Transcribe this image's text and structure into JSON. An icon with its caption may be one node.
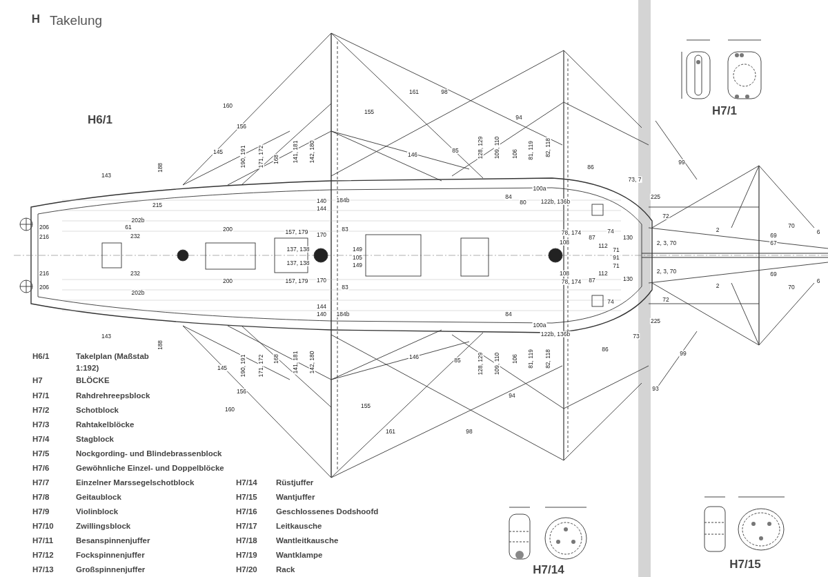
{
  "diagram": {
    "title": "Takelung",
    "nodes": [
      {
        "text": [
          "H7/1"
        ]
      },
      {
        "text": [
          "H7/14"
        ]
      },
      {
        "text": [
          "H7/15"
        ]
      }
    ],
    "labels": [
      "H",
      "H6/1",
      "160",
      "156",
      "161",
      "98",
      "155",
      "94",
      "145",
      "188",
      "190, 191",
      "171, 172",
      "168",
      "141, 181",
      "142, 180",
      "146",
      "85",
      "128, 129",
      "109, 110",
      "106",
      "81, 119",
      "82, 118",
      "99",
      "86",
      "143",
      "73, 7",
      "100a",
      "215",
      "140",
      "184b",
      "84",
      "80",
      "122b, 136b",
      "225",
      "202b",
      "72",
      "206",
      "61",
      "70",
      "6",
      "200",
      "157, 179",
      "170",
      "83",
      "78, 174",
      "74",
      "2",
      "216",
      "232",
      "87",
      "112",
      "130",
      "108",
      "2, 3, 70",
      "69",
      "67",
      "137, 138",
      "149",
      "71",
      "105",
      "91",
      "137, 138",
      "149",
      "71",
      "216",
      "232",
      "108",
      "112",
      "2, 3, 70",
      "69",
      "200",
      "157, 179",
      "170",
      "78, 174",
      "87",
      "130",
      "6",
      "206",
      "83",
      "2",
      "70",
      "202b",
      "72",
      "74",
      "144",
      "140",
      "184b",
      "84",
      "225",
      "100a",
      "143",
      "122b, 136b",
      "73",
      "188",
      "86",
      "99",
      "146",
      "85",
      "190, 191",
      "171, 172",
      "168",
      "141, 181",
      "142, 180",
      "128, 129",
      "109, 110",
      "106",
      "81, 119",
      "82, 118",
      "145",
      "93",
      "156",
      "94",
      "155",
      "160",
      "161",
      "98",
      "144",
      "H6/1",
      "Takelplan (Maßstab 1:192)",
      "H7",
      "BLÖCKE",
      "H7/1",
      "Rahdrehreepsblock",
      "H7/2",
      "Schotblock",
      "H7/3",
      "Rahtakelblöcke",
      "H7/4",
      "Stagblock",
      "H7/5",
      "Nockgording- und Blindebrassenblock",
      "H7/6",
      "Gewöhnliche Einzel- und Doppelblöcke",
      "H7/7",
      "Einzelner Marssegelschotblock",
      "H7/8",
      "Geitaublock",
      "H7/9",
      "Violinblock",
      "H7/10",
      "Zwillingsblock",
      "H7/11",
      "Besanspinnenjuffer",
      "H7/12",
      "Fockspinnenjuffer",
      "H7/13",
      "Großspinnenjuffer",
      "H7/14",
      "Rüstjuffer",
      "H7/15",
      "Wantjuffer",
      "H7/16",
      "Geschlossenes Dodshoofd",
      "H7/17",
      "Leitkausche",
      "H7/18",
      "Wantleitkausche",
      "H7/19",
      "Wantklampe",
      "H7/20",
      "Rack"
    ]
  }
}
